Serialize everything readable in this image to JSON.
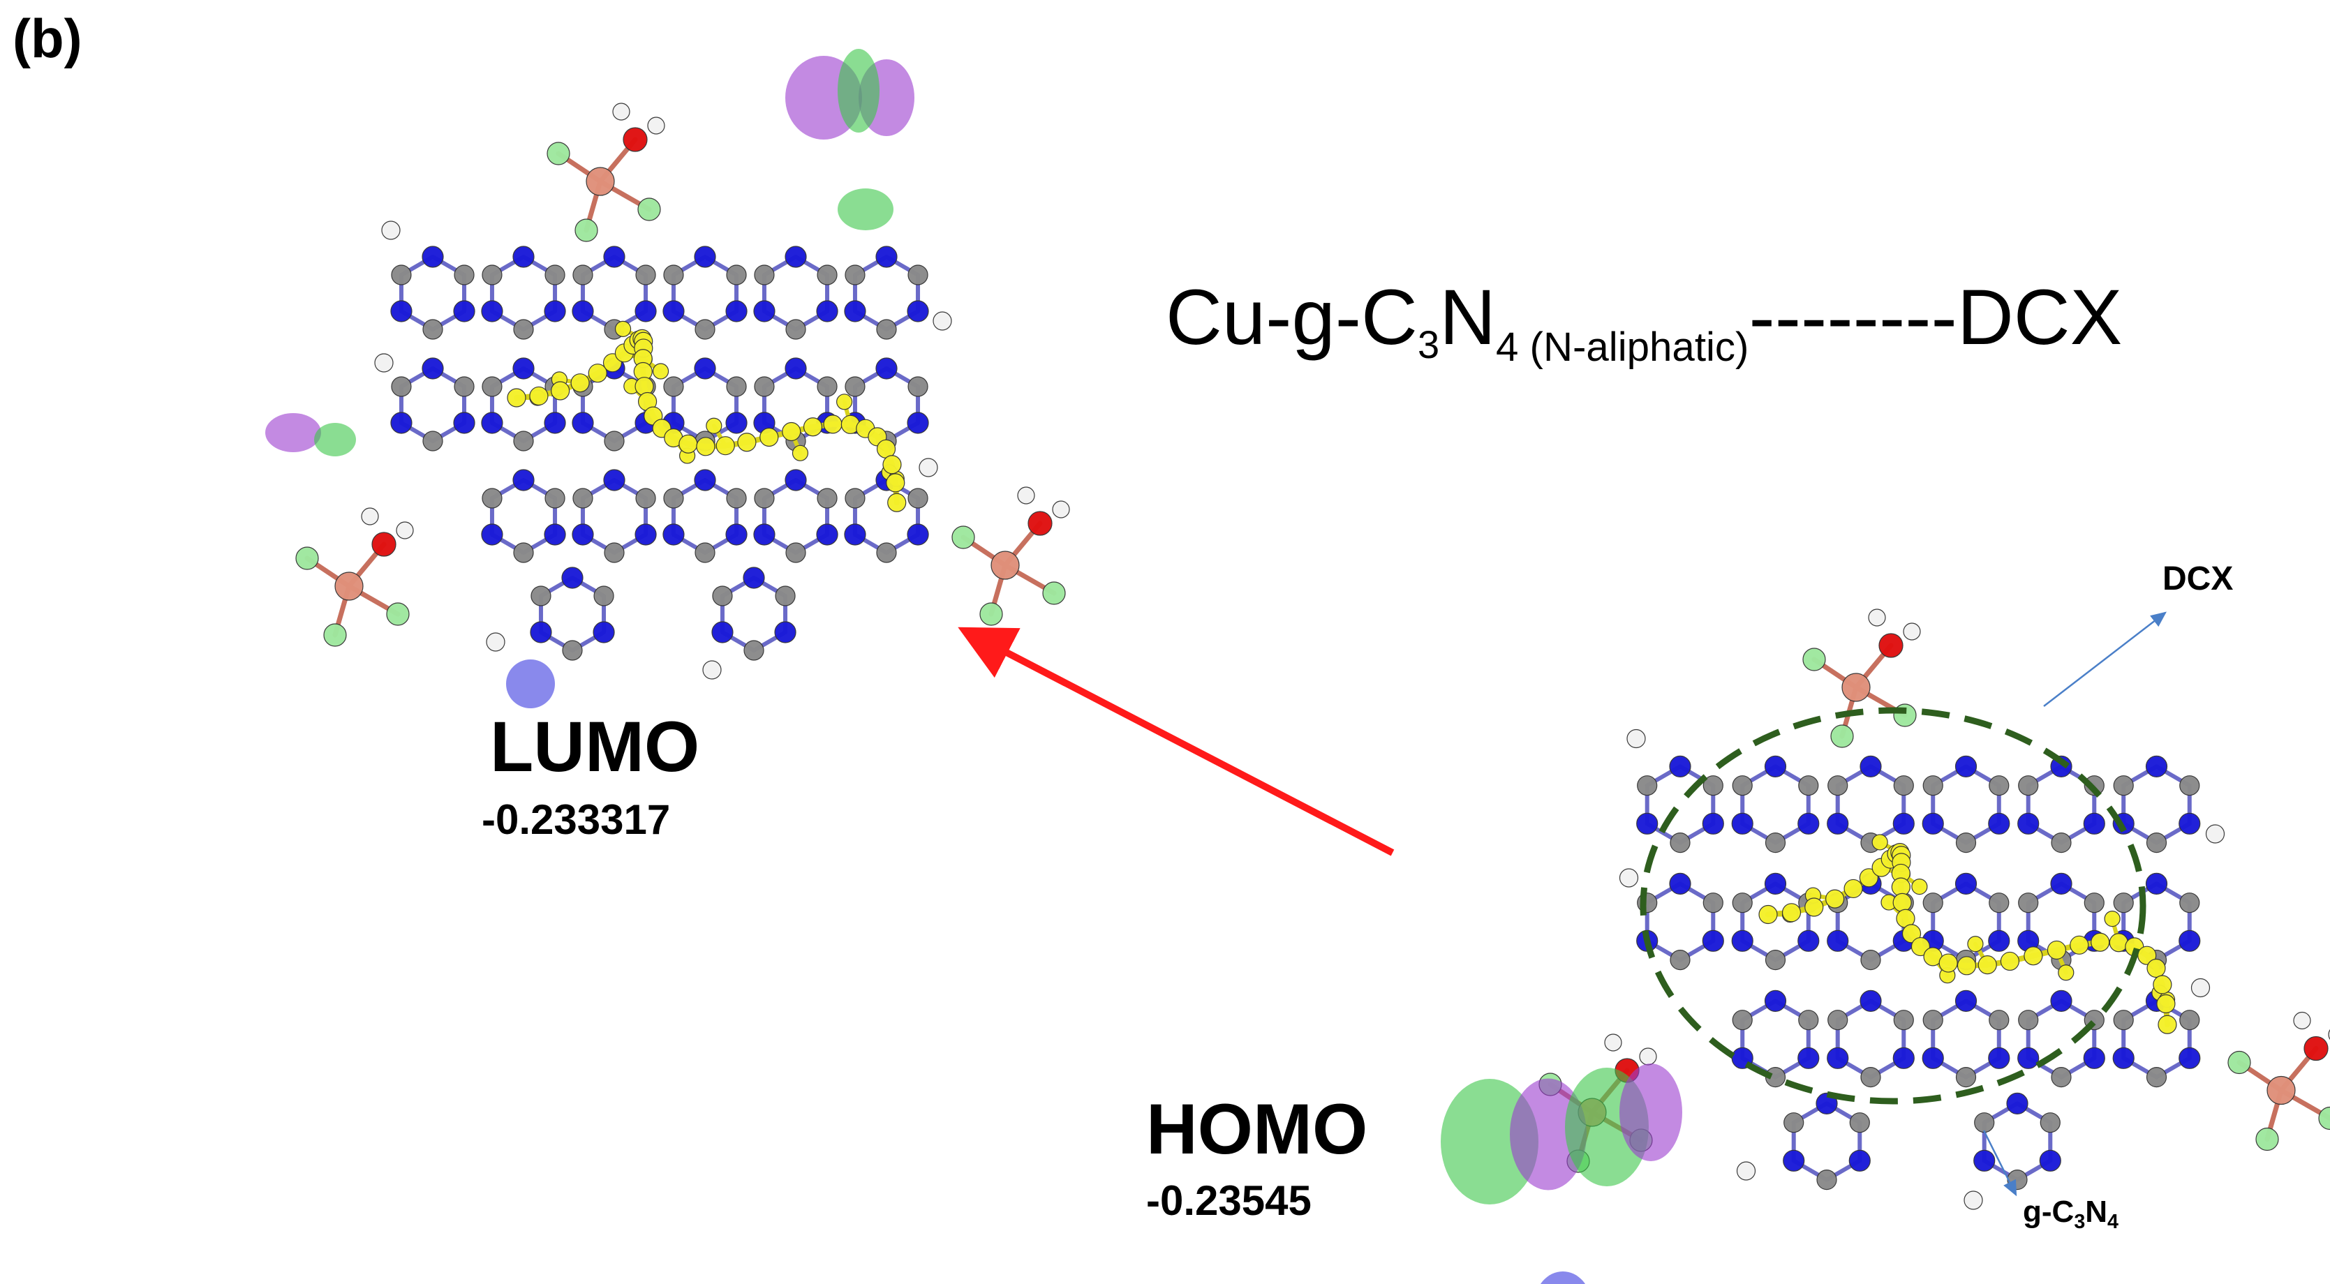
{
  "panel_label": "(b)",
  "title": {
    "prefix": "Cu-g-C",
    "sub1": "3",
    "mid": "N",
    "sub2": "4 (N-aliphatic)",
    "suffix": "--------DCX"
  },
  "lumo": {
    "label": "LUMO",
    "value": "-0.233317"
  },
  "homo": {
    "label": "HOMO",
    "value": "-0.23545"
  },
  "annotations": {
    "dcx": "DCX",
    "gcn_prefix": "g-C",
    "gcn_sub1": "3",
    "gcn_mid": "N",
    "gcn_sub2": "4"
  },
  "colors": {
    "nitrogen": "#1a1ad8",
    "carbon": "#8a8a8a",
    "hydrogen": "#f2f2f2",
    "oxygen": "#e01010",
    "copper": "#e0907a",
    "fluorine": "#9ee89e",
    "drug": "#f4f02a",
    "orbital_green": "#3cc64a",
    "orbital_purple": "#9b3ccf",
    "transition_arrow": "#ff1a1a",
    "ellipse": "#2e5e1e",
    "pointer": "#4a7fc8"
  }
}
